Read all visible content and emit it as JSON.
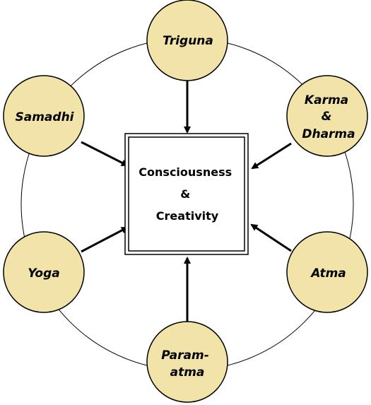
{
  "colors": {
    "node_fill": "#f2e3a8",
    "stroke": "#000000",
    "background": "#ffffff"
  },
  "center": {
    "lines": [
      "Consciousness",
      "&",
      "Creativity"
    ]
  },
  "nodes": [
    {
      "id": "triguna",
      "lines": [
        "Triguna"
      ]
    },
    {
      "id": "karma-dharma",
      "lines": [
        "Karma",
        "&",
        "Dharma"
      ]
    },
    {
      "id": "atma",
      "lines": [
        "Atma"
      ]
    },
    {
      "id": "param-atma",
      "lines": [
        "Param-",
        "atma"
      ]
    },
    {
      "id": "yoga",
      "lines": [
        "Yoga"
      ]
    },
    {
      "id": "samadhi",
      "lines": [
        "Samadhi"
      ]
    }
  ]
}
